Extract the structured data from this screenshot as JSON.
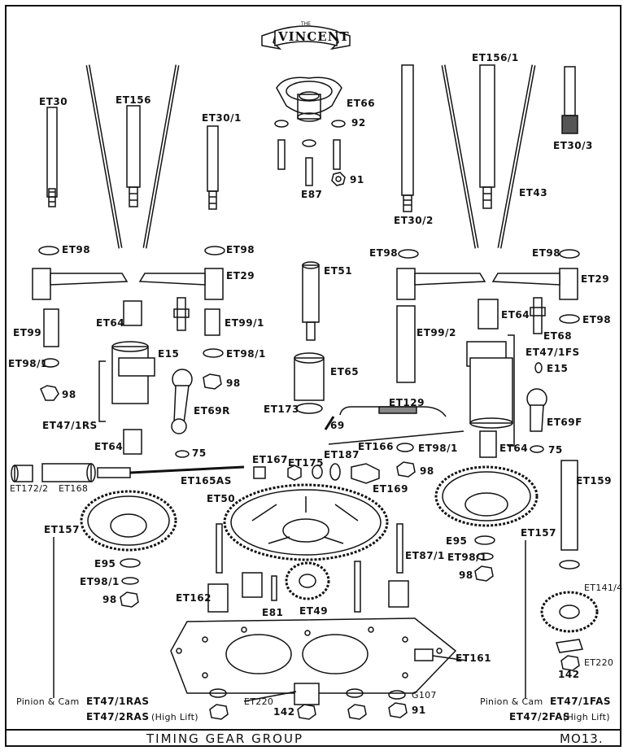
{
  "logo": {
    "small": "THE",
    "name": "VINCENT"
  },
  "labels": {
    "et30": "ET30",
    "et156": "ET156",
    "et30_1": "ET30/1",
    "et66": "ET66",
    "n92": "92",
    "n91_top": "91",
    "e87": "E87",
    "et156_1": "ET156/1",
    "et30_3": "ET30/3",
    "et43": "ET43",
    "et30_2": "ET30/2",
    "et98_a": "ET98",
    "et98_b": "ET98",
    "et98_c": "ET98",
    "et98_d": "ET98",
    "et29_l": "ET29",
    "et29_r": "ET29",
    "et51": "ET51",
    "et99": "ET99",
    "et64_a": "ET64",
    "et99_1": "ET99/1",
    "et99_2": "ET99/2",
    "et64_b": "ET64",
    "et98_e": "ET98",
    "et68": "ET68",
    "et98_1a": "ET98/1",
    "e15_l": "E15",
    "et98_1b": "ET98/1",
    "et47_1fs": "ET47/1FS",
    "e15_r": "E15",
    "n98_a": "98",
    "n98_b": "98",
    "et65": "ET65",
    "et129": "ET129",
    "et69r": "ET69R",
    "et173": "ET173",
    "n69": "69",
    "et69f": "ET69F",
    "et47_1rs": "ET47/1RS",
    "et64_c": "ET64",
    "n75_l": "75",
    "et166": "ET166",
    "et98_1c": "ET98/1",
    "et64_d": "ET64",
    "n75_r": "75",
    "et167": "ET167",
    "et175": "ET175",
    "et187": "ET187",
    "n98_c": "98",
    "et172_2": "ET172/2",
    "et168": "ET168",
    "et165as": "ET165AS",
    "et169": "ET169",
    "et50": "ET50",
    "et159": "ET159",
    "et157_l": "ET157",
    "et157_r": "ET157",
    "e95_r": "E95",
    "et98_1d": "ET98/1",
    "n98_d": "98",
    "e95_l": "E95",
    "et98_1e": "ET98/1",
    "n98_e": "98",
    "et87_1": "ET87/1",
    "et141_4": "ET141/4",
    "et162": "ET162",
    "e81": "E81",
    "et49": "ET49",
    "et161": "ET161",
    "et220_r": "ET220",
    "n142_r": "142",
    "g107": "G107",
    "n91_bot": "91",
    "et220_b": "ET220",
    "n142_b": "142",
    "pinion_l1": "Pinion & Cam",
    "pinion_l1b": "ET47/1RAS",
    "pinion_l2": "ET47/2RAS",
    "pinion_l2b": "(High Lift)",
    "pinion_r1": "Pinion & Cam",
    "pinion_r1b": "ET47/1FAS",
    "pinion_r2": "ET47/2FAS",
    "pinion_r2b": "(High Lift)"
  },
  "footer": {
    "title": "TIMING GEAR GROUP",
    "plate": "MO13."
  }
}
